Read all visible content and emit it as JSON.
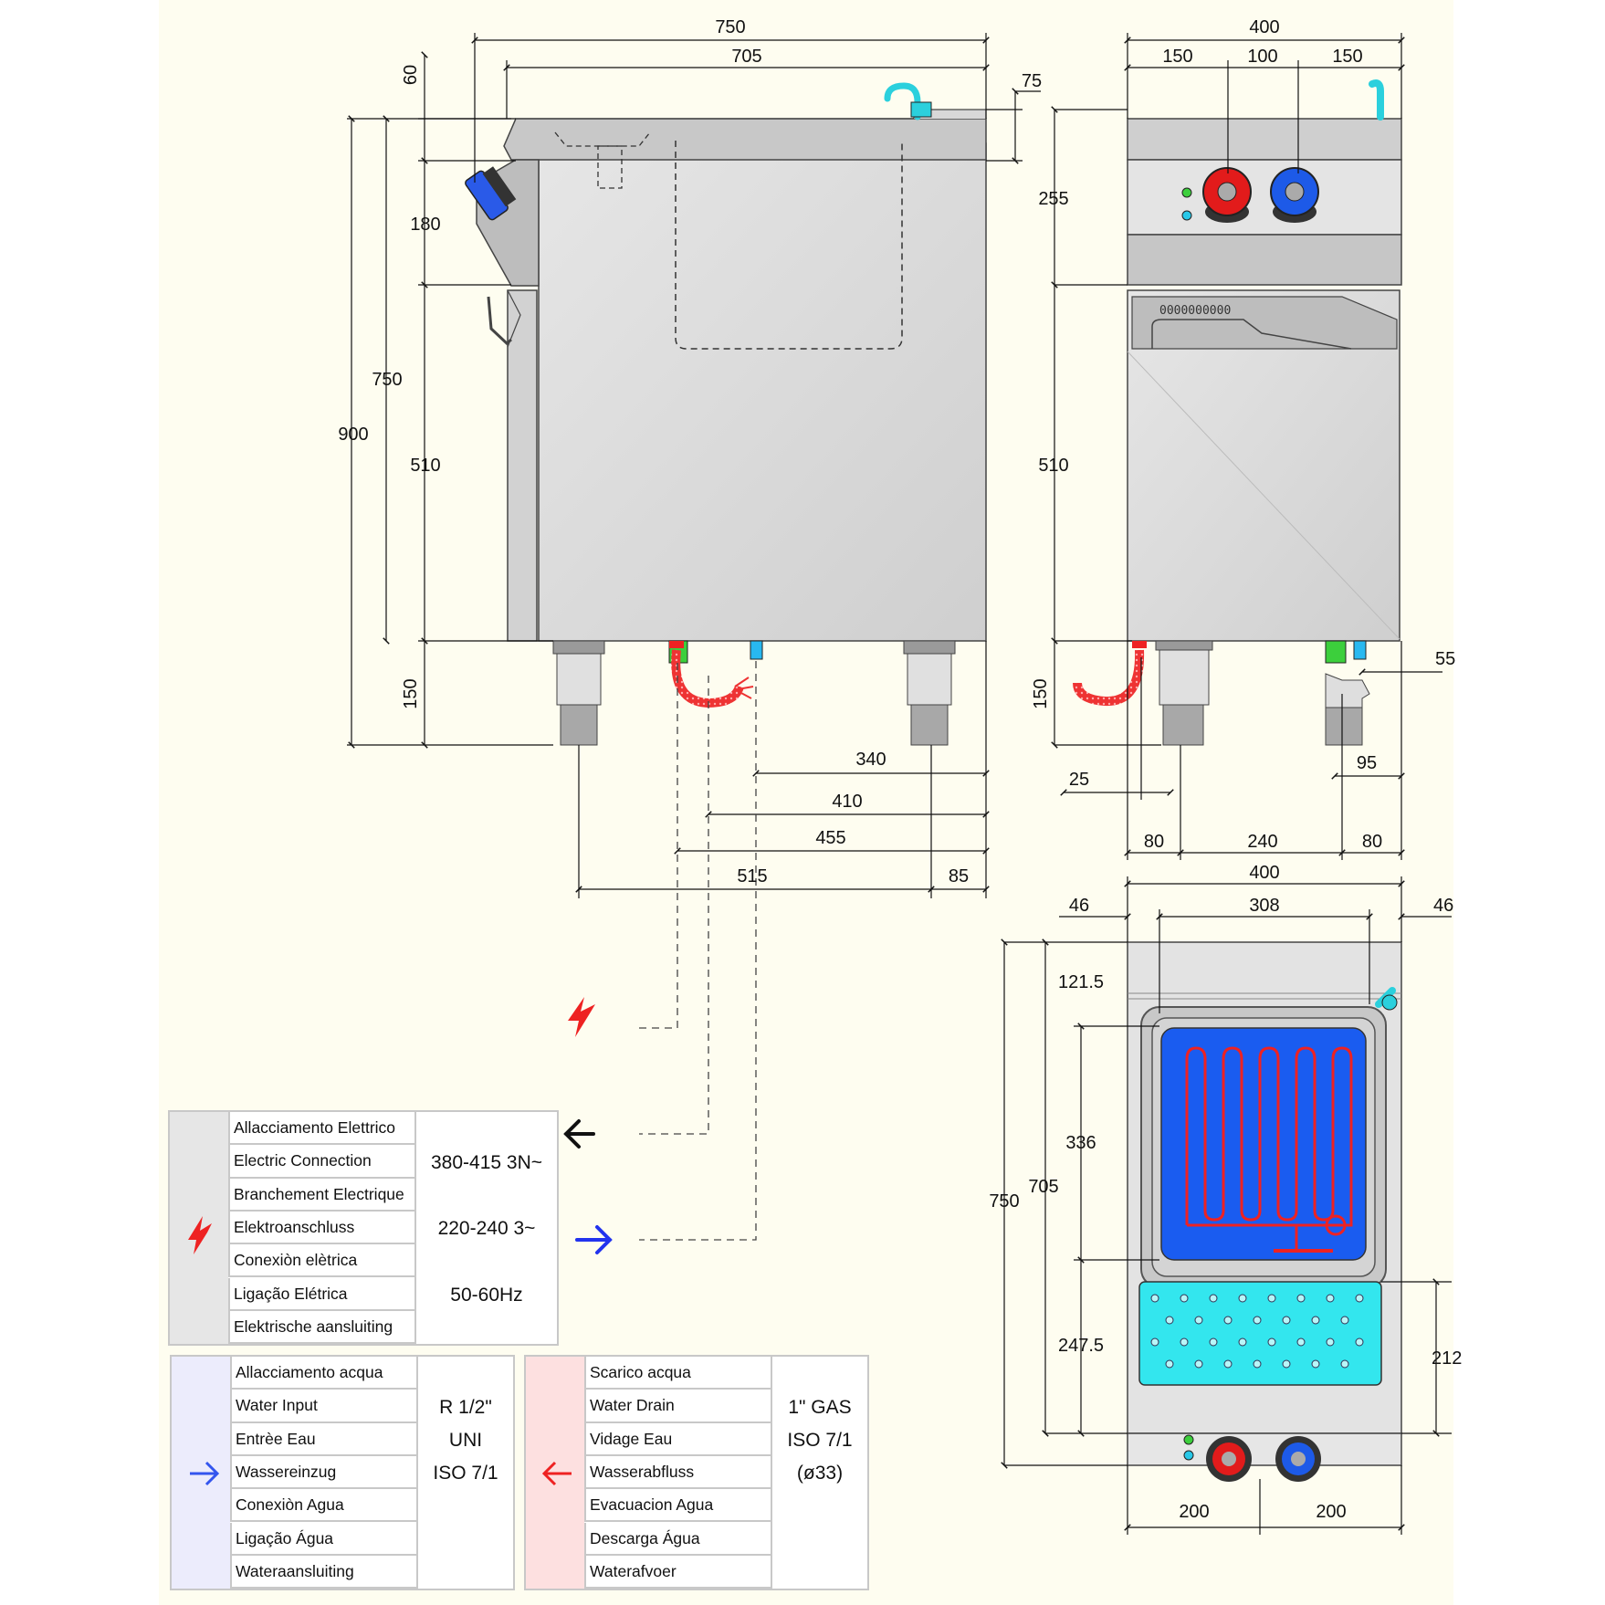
{
  "dimensions": {
    "side_view": {
      "width_total": "750",
      "width_top": "705",
      "top_offset": "60",
      "splash_height": "75",
      "height_total": "900",
      "height_body": "750",
      "control_height": "180",
      "lower_height": "510",
      "feet_height": "150",
      "dist_340": "340",
      "dist_410": "410",
      "dist_455": "455",
      "dist_515": "515",
      "dist_85": "85"
    },
    "front_view": {
      "width_total": "400",
      "seg_left": "150",
      "seg_mid": "100",
      "seg_right": "150",
      "height_255": "255",
      "height_510": "510",
      "feet_height": "150",
      "offset_55": "55",
      "dist_25": "25",
      "dist_95": "95",
      "foot_left": "80",
      "foot_mid": "240",
      "foot_right": "80",
      "panel_slots": "0000000000"
    },
    "top_view": {
      "width_total": "400",
      "margin_left": "46",
      "inner_width": "308",
      "margin_right": "46",
      "depth_total": "750",
      "depth_705": "705",
      "depth_121": "121.5",
      "depth_336": "336",
      "depth_247": "247.5",
      "depth_212": "212",
      "knob_left": "200",
      "knob_right": "200"
    }
  },
  "legend_electric": {
    "icon": "lightning-icon",
    "rows": [
      "Allacciamento Elettrico",
      "Electric Connection",
      "Branchement Electrique",
      "Elektroanschluss",
      "Conexiòn elètrica",
      "Ligação Elétrica",
      "Elektrische aansluiting"
    ],
    "values": [
      "380-415 3N~",
      "220-240 3~",
      "50-60Hz"
    ]
  },
  "legend_water_in": {
    "icon": "arrow-right-icon",
    "rows": [
      "Allacciamento acqua",
      "Water Input",
      "Entrèe Eau",
      "Wassereinzug",
      "Conexiòn Agua",
      "Ligação Água",
      "Wateraansluiting"
    ],
    "values": [
      "R 1/2\"",
      "UNI",
      "ISO 7/1"
    ]
  },
  "legend_water_out": {
    "icon": "arrow-left-icon",
    "rows": [
      "Scarico acqua",
      "Water Drain",
      "Vidage Eau",
      "Wasserabfluss",
      "Evacuacion Agua",
      "Descarga Água",
      "Waterafvoer"
    ],
    "values": [
      "1\" GAS",
      "ISO 7/1",
      "(ø33)"
    ]
  },
  "colors": {
    "background": "#fefdf0",
    "steel": "#dcdcdc",
    "steel_dark": "#b4b4b4",
    "electric": "#ee2222",
    "water_in": "#2255ee",
    "water_out": "#ee2222",
    "tank_blue": "#1a5cf0",
    "basket_cyan": "#33e6ee"
  }
}
